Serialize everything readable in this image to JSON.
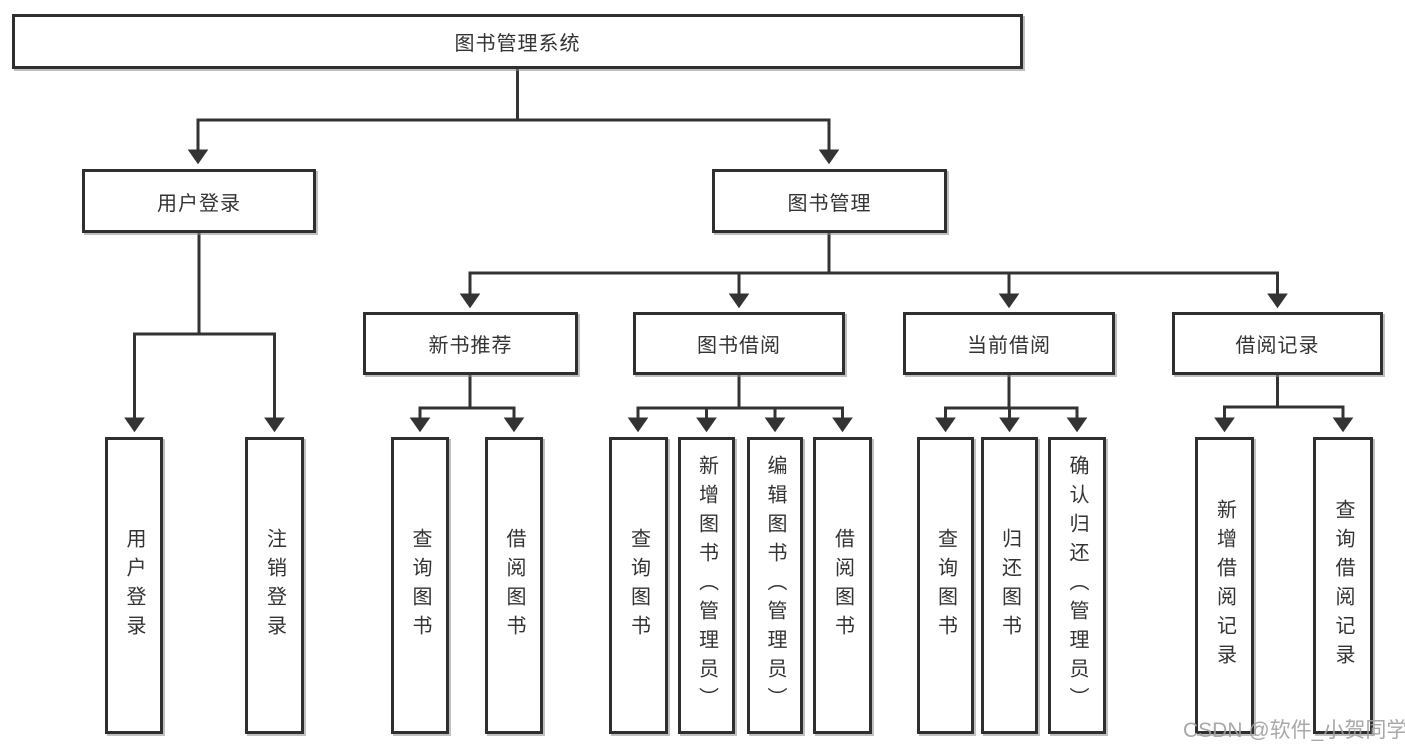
{
  "diagram_title": "图书管理系统",
  "tree": {
    "label": "图书管理系统",
    "children": [
      {
        "label": "用户登录",
        "children": [
          {
            "label": "用户登录"
          },
          {
            "label": "注销登录"
          }
        ]
      },
      {
        "label": "图书管理",
        "children": [
          {
            "label": "新书推荐",
            "children": [
              {
                "label": "查询图书"
              },
              {
                "label": "借阅图书"
              }
            ]
          },
          {
            "label": "图书借阅",
            "children": [
              {
                "label": "查询图书"
              },
              {
                "label": "新增图书（管理员）"
              },
              {
                "label": "编辑图书（管理员）"
              },
              {
                "label": "借阅图书"
              }
            ]
          },
          {
            "label": "当前借阅",
            "children": [
              {
                "label": "查询图书"
              },
              {
                "label": "归还图书"
              },
              {
                "label": "确认归还（管理员）"
              }
            ]
          },
          {
            "label": "借阅记录",
            "children": [
              {
                "label": "新增借阅记录"
              },
              {
                "label": "查询借阅记录"
              }
            ]
          }
        ]
      }
    ]
  },
  "watermark": {
    "text": "CSDN @软件_小贺同学"
  },
  "style": {
    "line_color": "#333333",
    "box_border_color": "#2f2f2f",
    "box_fill_color": "#ffffff",
    "watermark_color": "#9e9e9e"
  }
}
